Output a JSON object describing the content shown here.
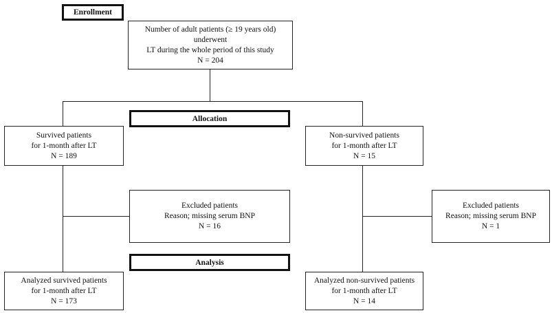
{
  "headers": {
    "enrollment": "Enrollment",
    "allocation": "Allocation",
    "analysis": "Analysis"
  },
  "boxes": {
    "total": [
      "Number of adult patients (≥ 19 years old) underwent",
      "LT during the whole period of this study",
      "N = 204"
    ],
    "survived": [
      "Survived patients",
      "for 1-month after LT",
      "N = 189"
    ],
    "non_survived": [
      "Non-survived patients",
      "for 1-month after LT",
      "N = 15"
    ],
    "excluded_survived": [
      "Excluded patients",
      "Reason; missing serum BNP",
      "N = 16"
    ],
    "excluded_non_survived": [
      "Excluded patients",
      "Reason; missing serum BNP",
      "N = 1"
    ],
    "analyzed_survived": [
      "Analyzed survived patients",
      "for 1-month after LT",
      "N = 173"
    ],
    "analyzed_non_survived": [
      "Analyzed non-survived patients",
      "for 1-month after LT",
      "N = 14"
    ]
  }
}
